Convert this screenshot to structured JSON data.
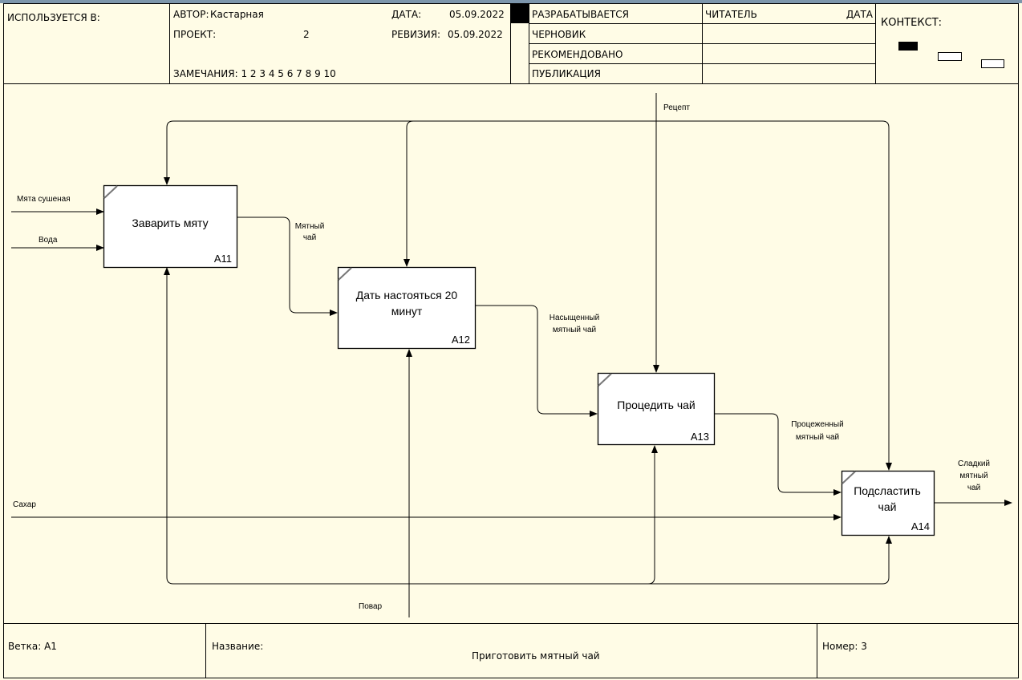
{
  "header": {
    "used_in": "ИСПОЛЬЗУЕТСЯ В:",
    "author_label": "АВТОР:",
    "author": "Кастарная",
    "project_label": "ПРОЕКТ:",
    "project": "2",
    "notes": "ЗАМЕЧАНИЯ:  1  2  3  4  5  6  7  8  9  10",
    "date_label": "ДАТА:",
    "date": "05.09.2022",
    "revision_label": "РЕВИЗИЯ:",
    "revision": "05.09.2022",
    "status": [
      "РАЗРАБАТЫВАЕТСЯ",
      "ЧЕРНОВИК",
      "РЕКОМЕНДОВАНО",
      "ПУБЛИКАЦИЯ"
    ],
    "reader": "ЧИТАТЕЛЬ",
    "reader_date": "ДАТА",
    "context": "КОНТЕКСТ:"
  },
  "boxes": [
    {
      "id": "a11",
      "lines": [
        "Заварить мяту"
      ],
      "number": "A11"
    },
    {
      "id": "a12",
      "lines": [
        "Дать настояться 20",
        "минут"
      ],
      "number": "A12"
    },
    {
      "id": "a13",
      "lines": [
        "Процедить чай"
      ],
      "number": "A13"
    },
    {
      "id": "a14",
      "lines": [
        "Подсластить",
        "чай"
      ],
      "number": "A14"
    }
  ],
  "arrows": {
    "mint": "Мята сушеная",
    "water": "Вода",
    "recipe": "Рецепт",
    "mint_tea": [
      "Мятный",
      "чай"
    ],
    "rich_tea": [
      "Насыщенный",
      "мятный чай"
    ],
    "strained_tea": [
      "Процеженный",
      "мятный чай"
    ],
    "sweet_tea": [
      "Сладкий",
      "мятный",
      "чай"
    ],
    "sugar": "Сахар",
    "cook": "Повар"
  },
  "footer": {
    "branch": "Ветка: A1",
    "title_label": "Название:",
    "title": "Приготовить мятный чай",
    "number": "Номер: 3"
  }
}
